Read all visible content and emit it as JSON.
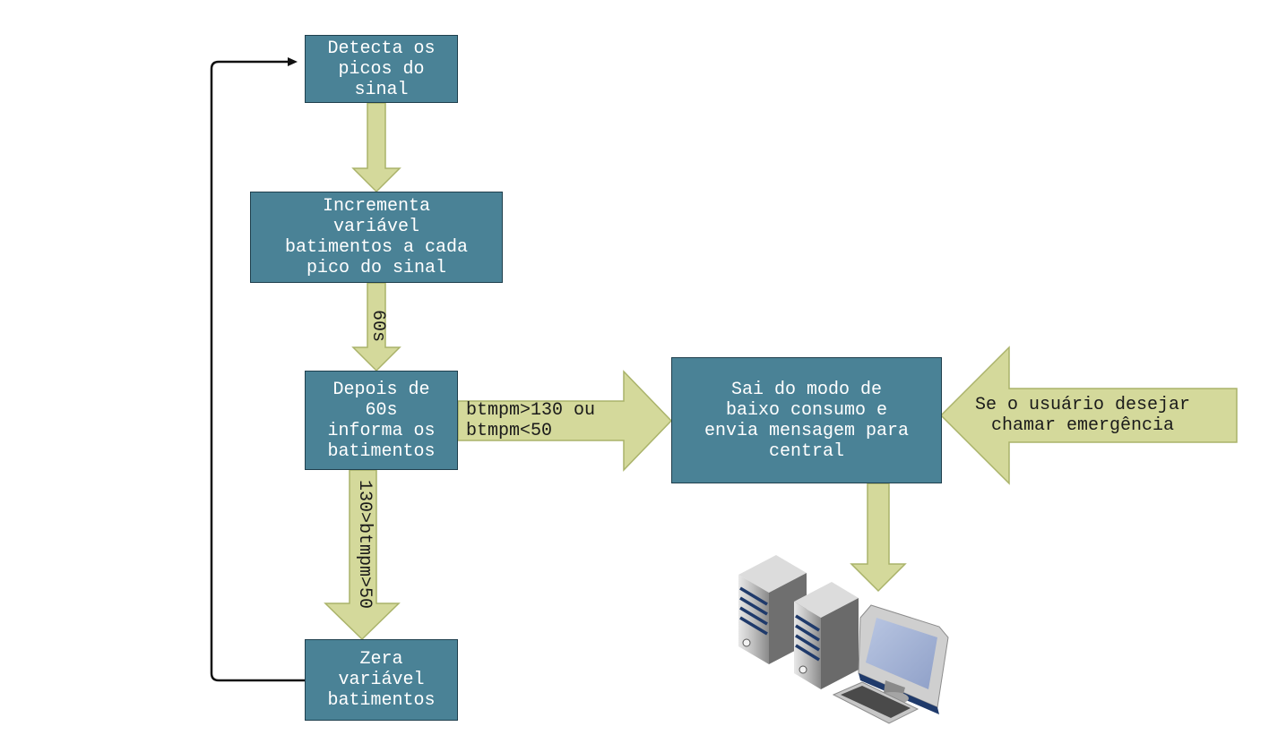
{
  "diagram": {
    "boxes": {
      "detect": "Detecta os\npicos do\nsinal",
      "increment": "Incrementa\nvariável\nbatimentos a cada\npico do sinal",
      "report": "Depois de\n60s\ninforma os\nbatimentos",
      "reset": "Zera\nvariável\nbatimentos",
      "exit_low_power": "Sai do modo de\nbaixo consumo e\nenvia mensagem para\ncentral"
    },
    "arrow_labels": {
      "timer": "60s",
      "normal_range": "130>btmpm>50",
      "abnormal_range": "btmpm>130 ou\n  btmpm<50",
      "emergency": "Se o usuário desejar\nchamar emergência"
    },
    "icons": [
      "server-icon",
      "computer-icon"
    ],
    "colors": {
      "box_fill": "#4a8296",
      "box_border": "#1f3f4d",
      "arrow_fill": "#d4d99b",
      "arrow_stroke": "#aab36a"
    }
  }
}
